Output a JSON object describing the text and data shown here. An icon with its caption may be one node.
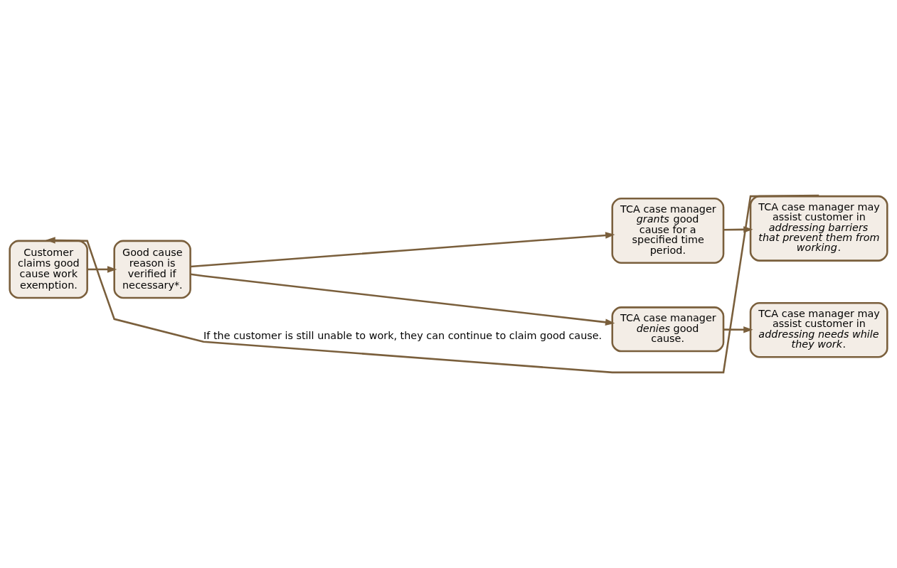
{
  "diagram": {
    "nodes": [
      {
        "text": [
          "Customer claims good cause work exemption."
        ]
      },
      {
        "text": [
          "Good cause reason is verified if necessary*."
        ]
      },
      {
        "text": [
          "TCA case manager *grants* good cause for a specified time period."
        ]
      },
      {
        "text": [
          "TCA case manager may assist customer in *addressing barriers that prevent them from working*."
        ]
      },
      {
        "text": [
          "TCA case manager *denies* good cause."
        ]
      },
      {
        "text": [
          "TCA case manager may assist customer in *addressing needs while they work*."
        ]
      }
    ],
    "edges": [
      {
        "from": 0,
        "to": 1,
        "arrow": "to"
      },
      {
        "from": 1,
        "to": 2,
        "arrow": "to"
      },
      {
        "from": 1,
        "to": 4,
        "arrow": "to"
      },
      {
        "from": 2,
        "to": 3,
        "arrow": "to"
      },
      {
        "from": 4,
        "to": 5,
        "arrow": "to"
      },
      {
        "from": 3,
        "to": 0,
        "arrow": "to",
        "label": "If the customer is still unable to work, they can continue to claim good cause."
      }
    ]
  }
}
